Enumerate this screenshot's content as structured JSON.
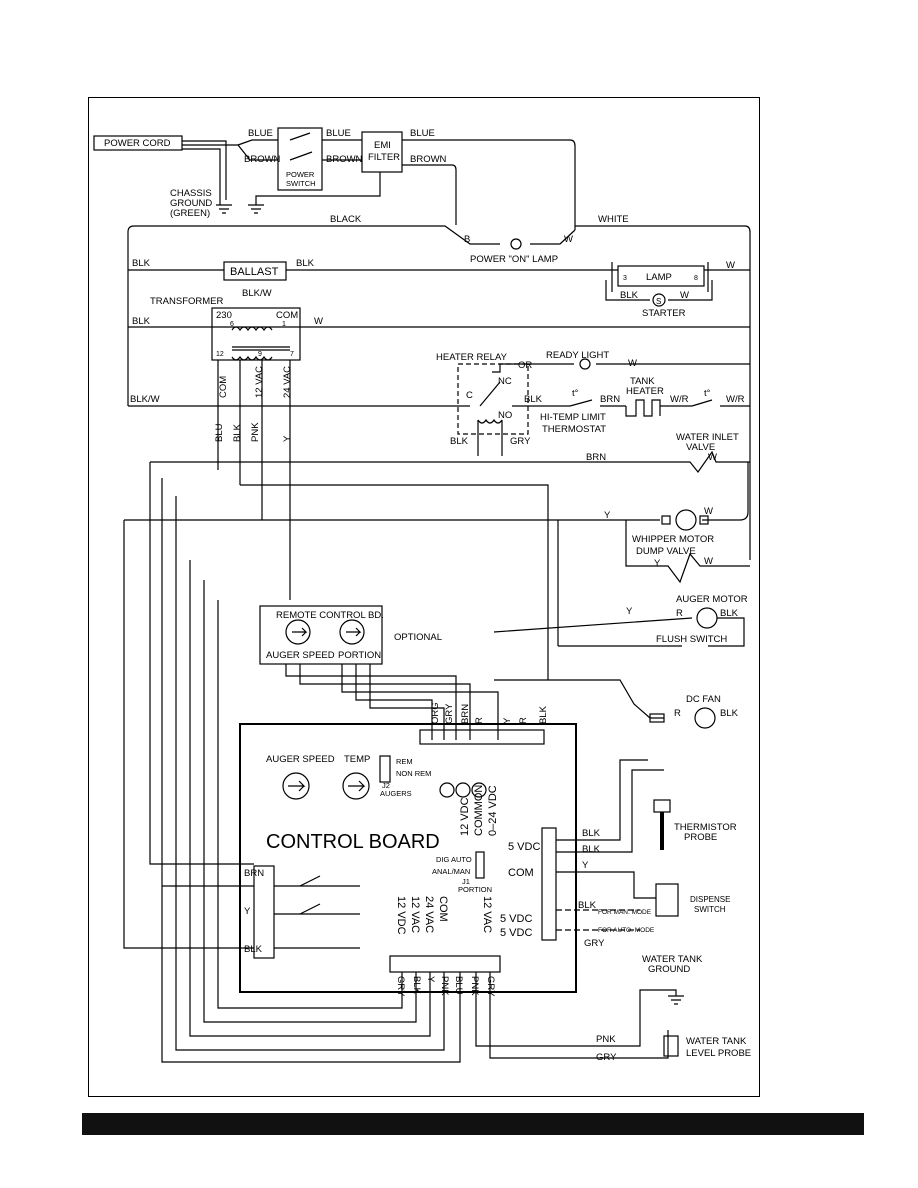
{
  "labels": {
    "power_cord": "POWER CORD",
    "blue": "BLUE",
    "brown": "BROWN",
    "power_switch_1": "POWER",
    "power_switch_2": "SWITCH",
    "emi_1": "EMI",
    "emi_2": "FILTER",
    "chassis_ground_1": "CHASSIS",
    "chassis_ground_2": "GROUND",
    "chassis_ground_3": "(GREEN)",
    "black": "BLACK",
    "white": "WHITE",
    "b": "B",
    "w": "W",
    "power_on_lamp": "POWER \"ON\" LAMP",
    "blk": "BLK",
    "ballast": "BALLAST",
    "blk_w": "BLK/W",
    "lamp": "LAMP",
    "lamp_pin_3": "3",
    "lamp_pin_8": "8",
    "starter": "STARTER",
    "starter_s": "S",
    "transformer": "TRANSFORMER",
    "t_230": "230",
    "t_com": "COM",
    "t_6": "6",
    "t_1": "1",
    "t_12": "12",
    "t_9": "9",
    "t_7": "7",
    "heater_relay": "HEATER RELAY",
    "ready_light": "READY LIGHT",
    "or": "OR",
    "tank_heater_1": "TANK",
    "tank_heater_2": "HEATER",
    "relay_c": "C",
    "relay_nc": "NC",
    "relay_no": "NO",
    "brn": "BRN",
    "w_r": "W/R",
    "t_deg": "t°",
    "hi_temp_1": "HI-TEMP LIMIT",
    "hi_temp_2": "THERMOSTAT",
    "gry": "GRY",
    "com": "COM",
    "vac12": "12 VAC",
    "vac24": "24 VAC",
    "blu": "BLU",
    "pnk": "PNK",
    "y": "Y",
    "water_inlet_1": "WATER INLET",
    "water_inlet_2": "VALVE",
    "whipper_motor": "WHIPPER MOTOR",
    "dump_valve": "DUMP VALVE",
    "auger_motor": "AUGER MOTOR",
    "r": "R",
    "flush_switch": "FLUSH SWITCH",
    "dc_fan": "DC FAN",
    "remote_control": "REMOTE CONTROL BD.",
    "auger_speed": "AUGER SPEED",
    "portion": "PORTION",
    "optional": "OPTIONAL",
    "org": "ORG",
    "control_board": "CONTROL BOARD",
    "temp": "TEMP",
    "rem": "REM",
    "non_rem": "NON REM",
    "j2": "J2",
    "augers": "AUGERS",
    "vdc12": "12 VDC",
    "common": "COMMON",
    "vdc0_24": "0–24 VDC",
    "vdc5": "5 VDC",
    "dig_auto": "DIG AUTO",
    "anal_man": "ANAL/MAN",
    "j1": "J1",
    "thermistor_1": "THERMISTOR",
    "thermistor_2": "PROBE",
    "dispense_1": "DISPENSE",
    "dispense_2": "SWITCH",
    "for_man_mode": "FOR MAN. MODE",
    "for_auto_mode": "FOR AUTO. MODE",
    "water_tank_ground_1": "WATER TANK",
    "water_tank_ground_2": "GROUND",
    "water_tank_level_1": "WATER TANK",
    "water_tank_level_2": "LEVEL PROBE"
  }
}
